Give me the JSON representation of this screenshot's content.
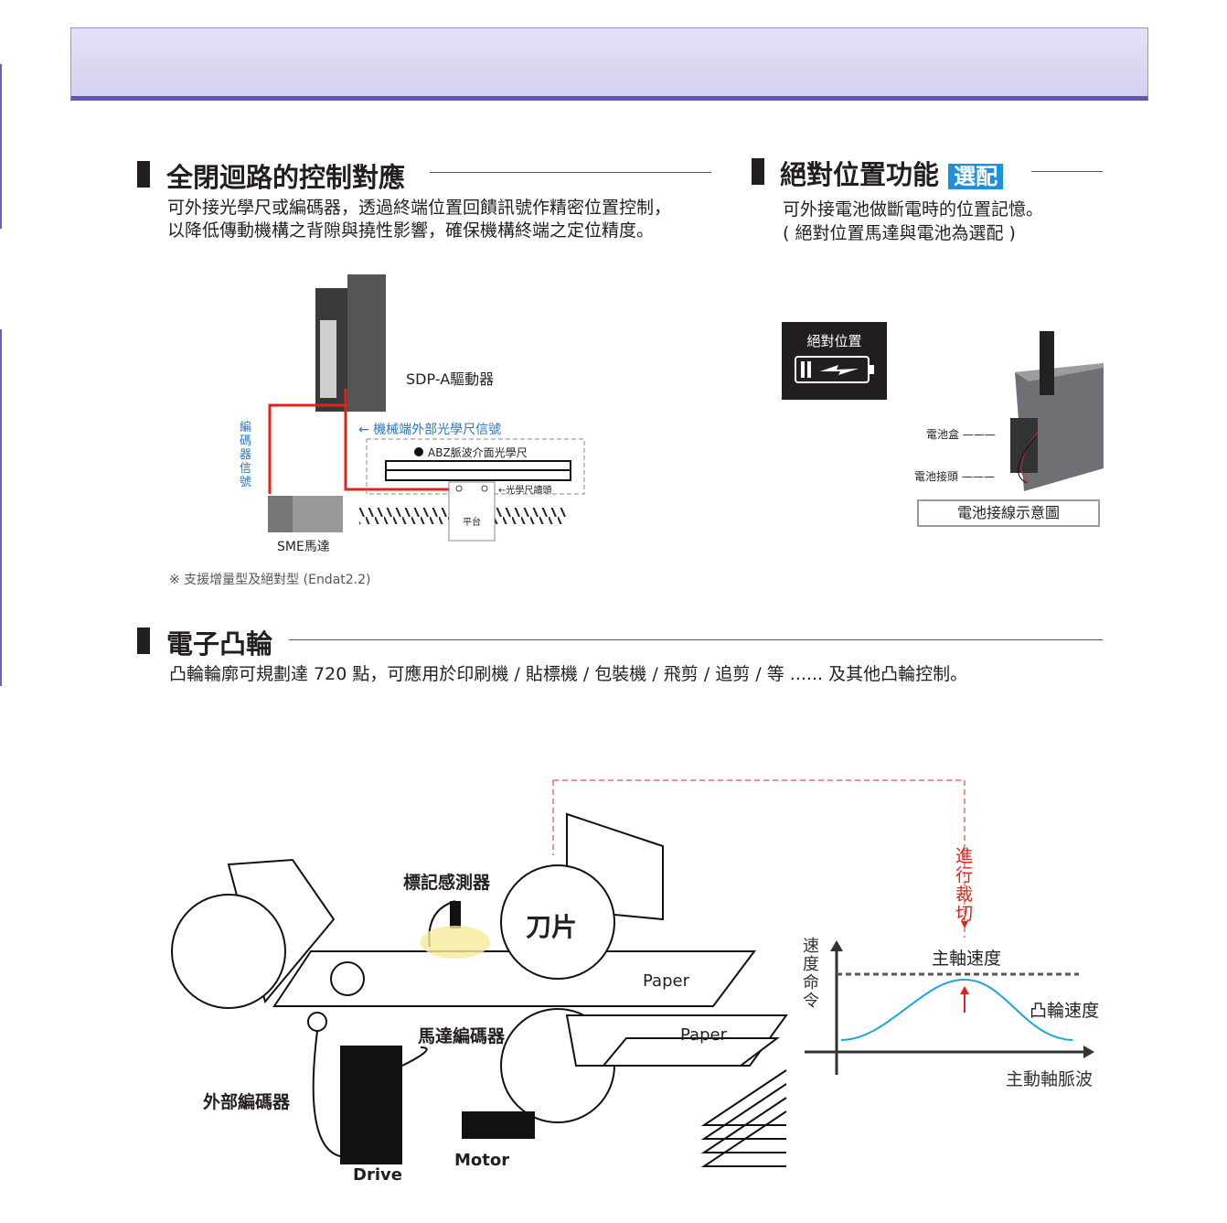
{
  "section1": {
    "title": "全閉迴路的控制對應",
    "desc": [
      "可外接光學尺或編碼器，透過終端位置回饋訊號作精密位置控制，",
      "以降低傳動機構之背隙與撓性影響，確保機構終端之定位精度。"
    ],
    "diagram": {
      "drive": "SDP-A驅動器",
      "scale_signal": "機械端外部光學尺信號",
      "encoder_signal": "編碼器信號",
      "scale": "ABZ脈波介面光學尺",
      "reader": "光學尺讀頭",
      "platform": "平台",
      "motor": "SME馬達"
    },
    "note": "※ 支援增量型及絕對型 (Endat2.2)"
  },
  "section2": {
    "title": "絕對位置功能",
    "badge": "選配",
    "desc": [
      "可外接電池做斷電時的位置記憶。",
      "( 絕對位置馬達與電池為選配 )"
    ],
    "panel_label": "絕對位置",
    "battery_box": "電池盒",
    "battery_connector": "電池接頭",
    "caption": "電池接線示意圖"
  },
  "section3": {
    "title": "電子凸輪",
    "desc": "凸輪輪廓可規劃達 720 點，可應用於印刷機 / 貼標機 / 包裝機 / 飛剪 / 追剪 / 等 ...... 及其他凸輪控制。",
    "diagram": {
      "mark_sensor": "標記感測器",
      "blade": "刀片",
      "paper1": "Paper",
      "paper2": "Paper",
      "motor_encoder": "馬達編碼器",
      "external_encoder": "外部編碼器",
      "drive": "Drive",
      "motor": "Motor",
      "cut": "進行裁切"
    },
    "chart": {
      "ylabel": "速度命令",
      "main_speed": "主軸速度",
      "cam_speed": "凸輪速度",
      "xlabel": "主動軸脈波"
    }
  },
  "colors": {
    "accent": "#1e8fdc",
    "red": "#e2231a",
    "cyan": "#1aa7de"
  }
}
